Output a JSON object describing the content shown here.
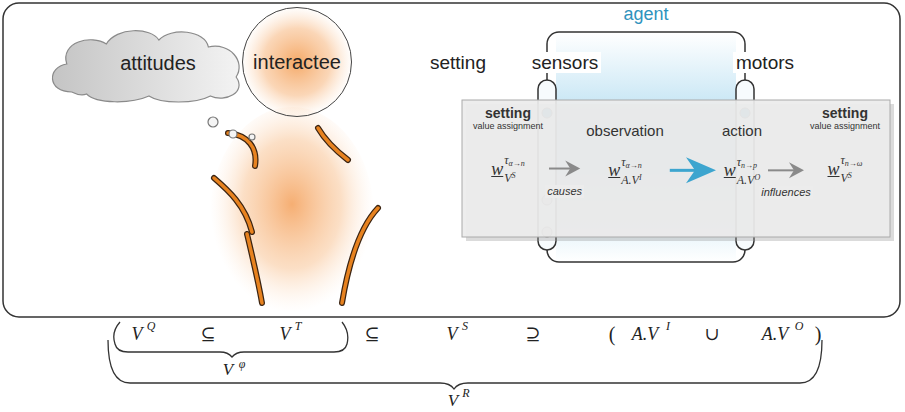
{
  "diagram": {
    "nodes": [
      {
        "text": [
          "attitudes"
        ]
      },
      {
        "text": [
          "interactee"
        ]
      },
      {
        "text": [
          "agent"
        ]
      },
      {
        "text": [
          "setting",
          "value assignment",
          "w",
          "τ",
          "α→n",
          "V",
          "S"
        ]
      },
      {
        "text": [
          "observation",
          "w",
          "τ",
          "α→n",
          "A.V",
          "I"
        ]
      },
      {
        "text": [
          "action",
          "w",
          "τ",
          "n→p",
          "A.V",
          "O"
        ]
      },
      {
        "text": [
          "setting",
          "value assignment",
          "w",
          "τ",
          "n→ω",
          "V",
          "S"
        ]
      }
    ],
    "edges": [
      {
        "from": 3,
        "to": 4,
        "label": "causes",
        "arrow": "to"
      },
      {
        "from": 4,
        "to": 5,
        "arrow": "to"
      },
      {
        "from": 5,
        "to": 6,
        "label": "influences",
        "arrow": "to"
      }
    ],
    "labels": [
      "setting",
      "sensors",
      "motors",
      "V",
      "Q",
      "⊆",
      "V",
      "T",
      "⊆",
      "V",
      "S",
      "⊇",
      "(",
      "A.V",
      "I",
      "∪",
      "A.V",
      "O",
      ")",
      "V",
      "φ",
      "V",
      "R"
    ]
  }
}
